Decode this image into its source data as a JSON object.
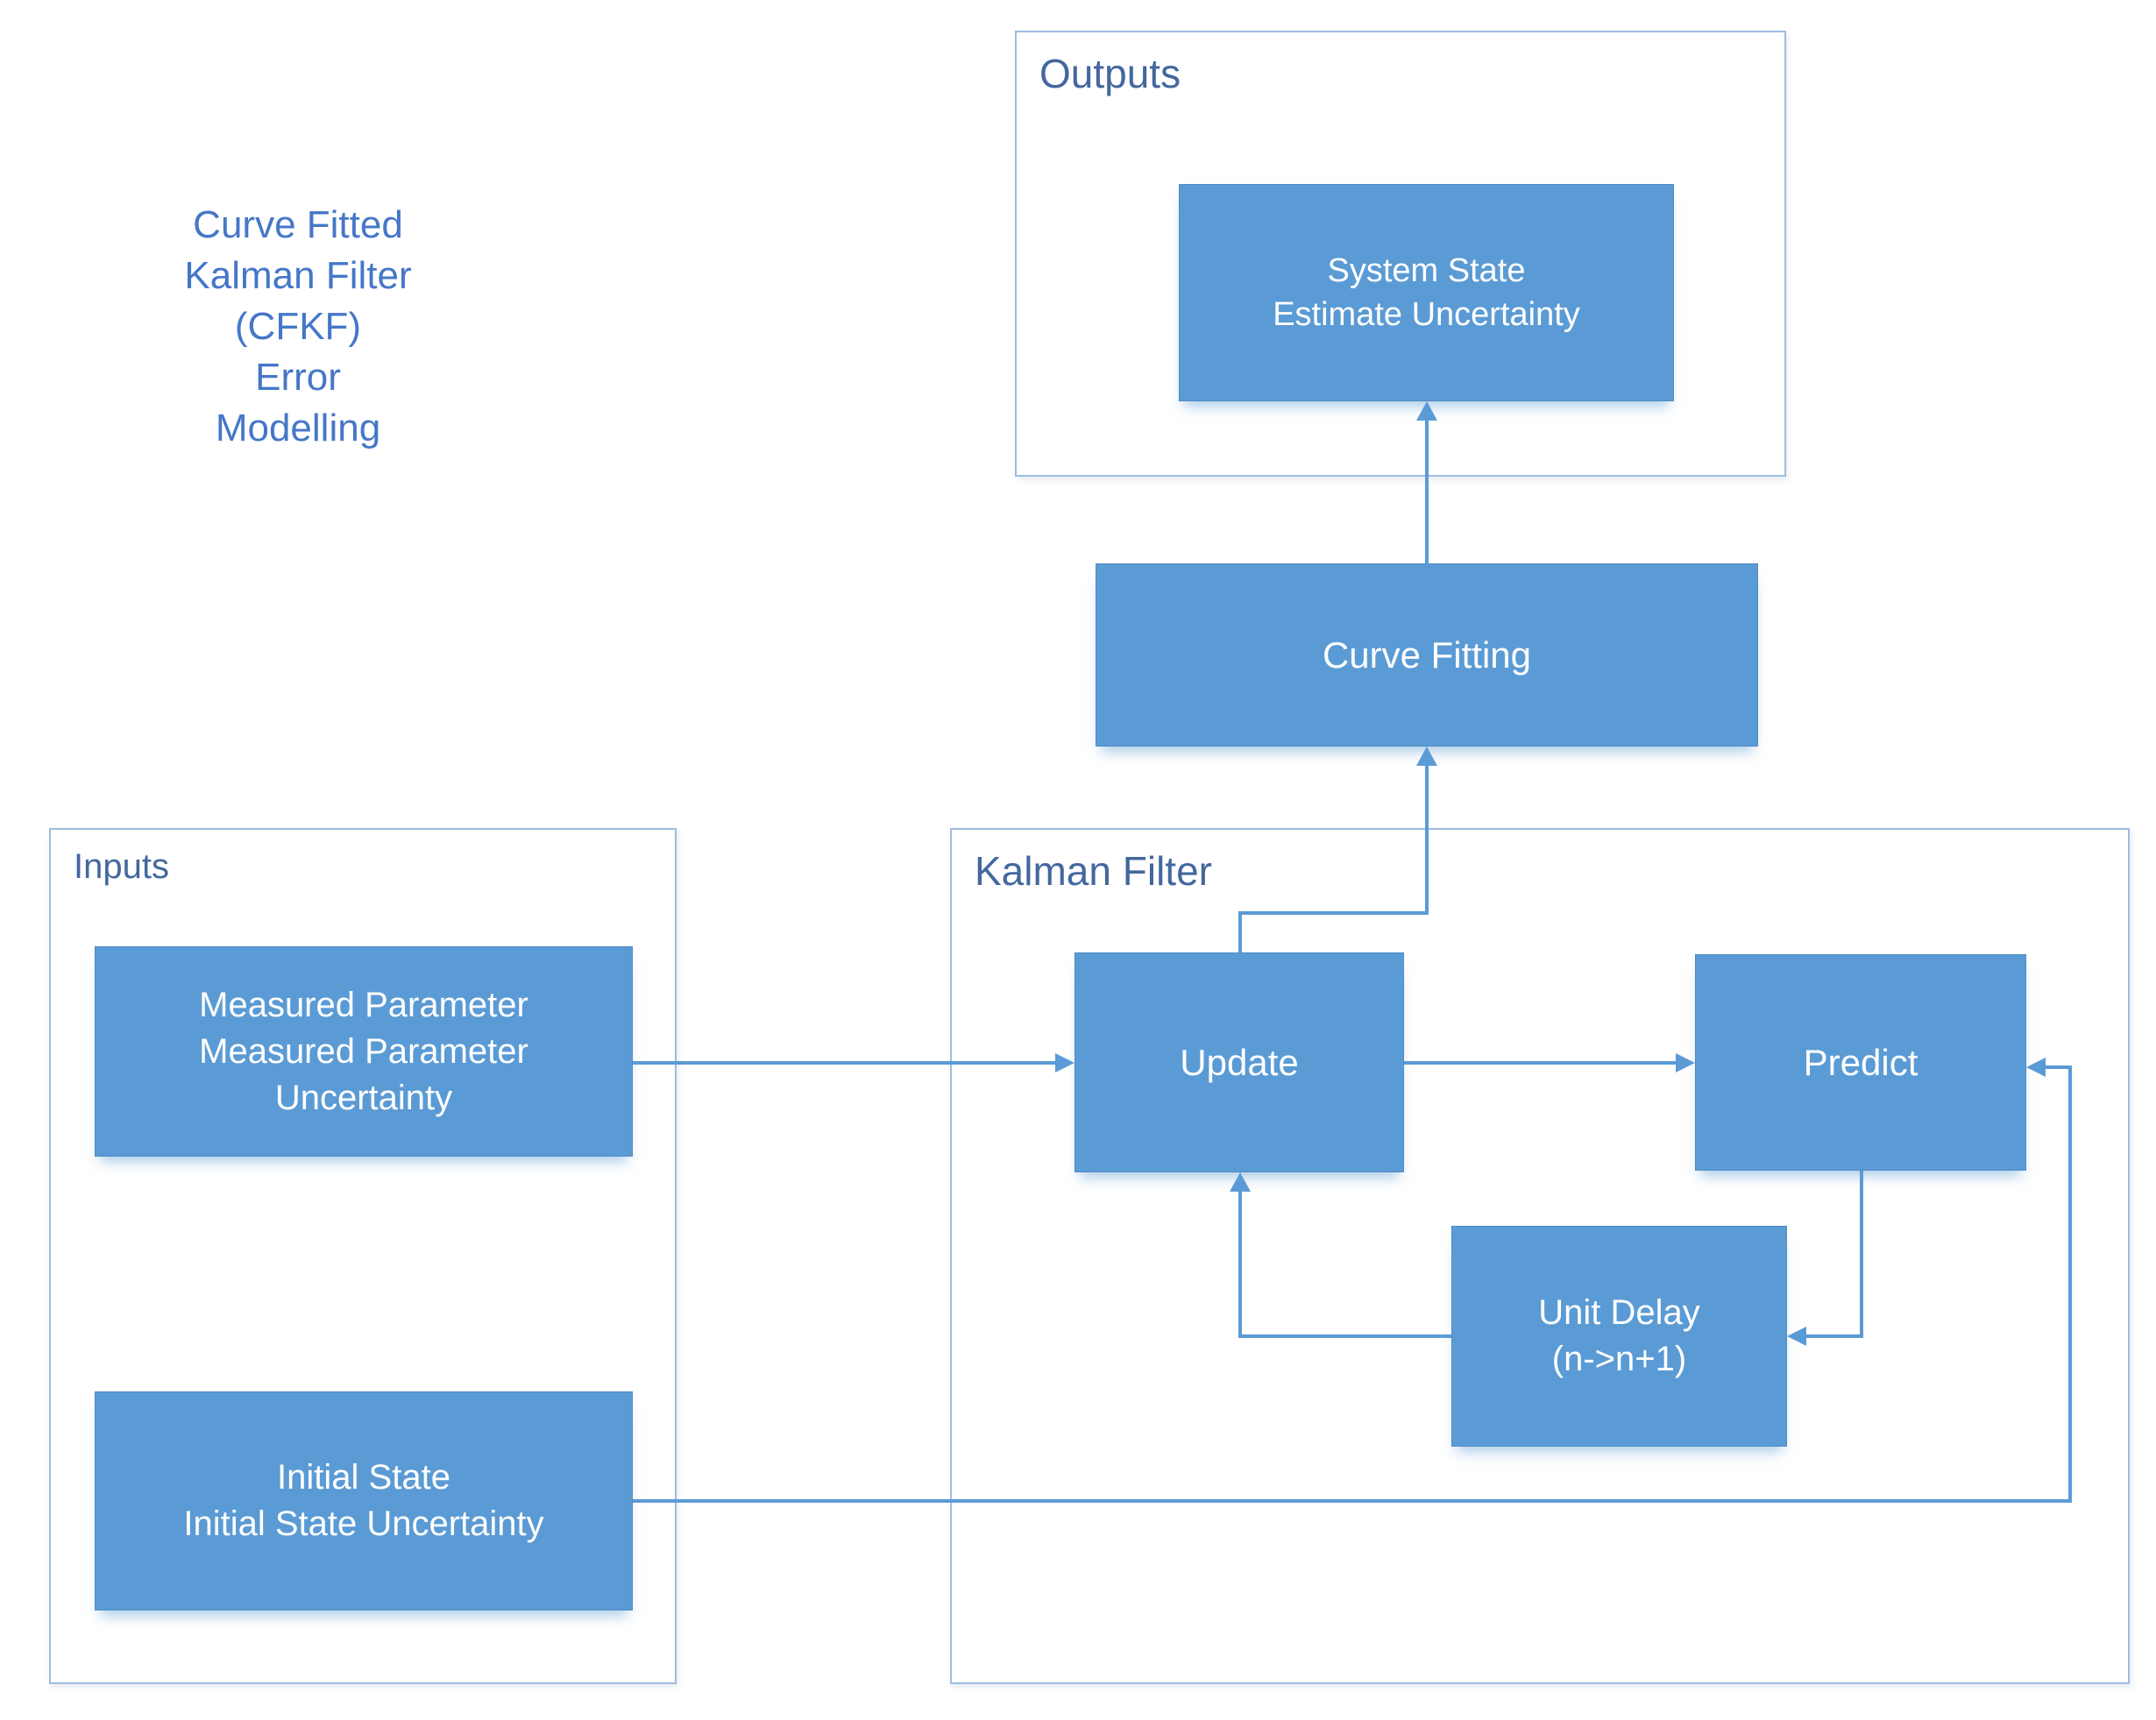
{
  "title": {
    "lines": [
      "Curve Fitted",
      "Kalman Filter",
      "(CFKF)",
      "Error",
      "Modelling"
    ]
  },
  "containers": {
    "outputs": {
      "label": "Outputs"
    },
    "inputs": {
      "label": "Inputs"
    },
    "kalman_filter": {
      "label": "Kalman Filter"
    }
  },
  "nodes": {
    "system_state": {
      "lines": [
        "System State",
        "Estimate Uncertainty"
      ]
    },
    "curve_fitting": {
      "label": "Curve Fitting"
    },
    "measured_parameter": {
      "lines": [
        "Measured Parameter",
        "Measured Parameter",
        "Uncertainty"
      ]
    },
    "initial_state": {
      "lines": [
        "Initial State",
        "Initial State Uncertainty"
      ]
    },
    "update": {
      "label": "Update"
    },
    "predict": {
      "label": "Predict"
    },
    "unit_delay": {
      "lines": [
        "Unit Delay",
        "(n->n+1)"
      ]
    }
  },
  "edges": [
    {
      "from": "measured_parameter",
      "to": "update"
    },
    {
      "from": "update",
      "to": "predict"
    },
    {
      "from": "predict",
      "to": "unit_delay"
    },
    {
      "from": "unit_delay",
      "to": "update"
    },
    {
      "from": "update",
      "to": "curve_fitting"
    },
    {
      "from": "curve_fitting",
      "to": "system_state"
    },
    {
      "from": "initial_state",
      "to": "predict"
    }
  ],
  "colors": {
    "node_fill": "#5B9BD5",
    "node_text": "#FFFFFF",
    "connector": "#5B9BD5",
    "container_border": "#9FBCE0",
    "container_label": "#44679E",
    "title_text": "#4577C8",
    "canvas_bg": "#FFFFFF"
  }
}
